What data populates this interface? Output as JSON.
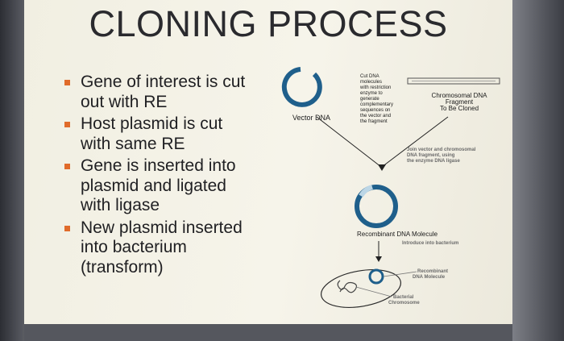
{
  "title": "CLONING PROCESS",
  "bullets": [
    {
      "text": "Gene of interest is cut\nout with RE"
    },
    {
      "text": "Host plasmid is cut\nwith same RE"
    },
    {
      "text": "Gene is inserted into\nplasmid and ligated\nwith ligase"
    },
    {
      "text": "New plasmid inserted\ninto bacterium\n(transform)"
    }
  ],
  "diagram": {
    "vector_label": "Vector DNA",
    "cut_note": [
      "Cut DNA",
      "molecules",
      "with restriction",
      "enzyme to",
      "generate",
      "complementary",
      "sequences on",
      "the vector and",
      "the fragment"
    ],
    "fragment_label": [
      "Chromosomal DNA",
      "Fragment",
      "To Be Cloned"
    ],
    "join_note": [
      "Join vector and chromosomal",
      "DNA fragment, using",
      "the enzyme DNA ligase"
    ],
    "recombinant_label": "Recombinant DNA Molecule",
    "introduce_note": "Introduce into bacterium",
    "rec_label_small": [
      "Recombinant",
      "DNA Molecule"
    ],
    "bacterial_label": [
      "Bacterial",
      "Chromosome"
    ]
  },
  "colors": {
    "bullet_marker": "#e06b2a",
    "slide_background": "#f3f1e6",
    "text": "#1f1f22"
  }
}
